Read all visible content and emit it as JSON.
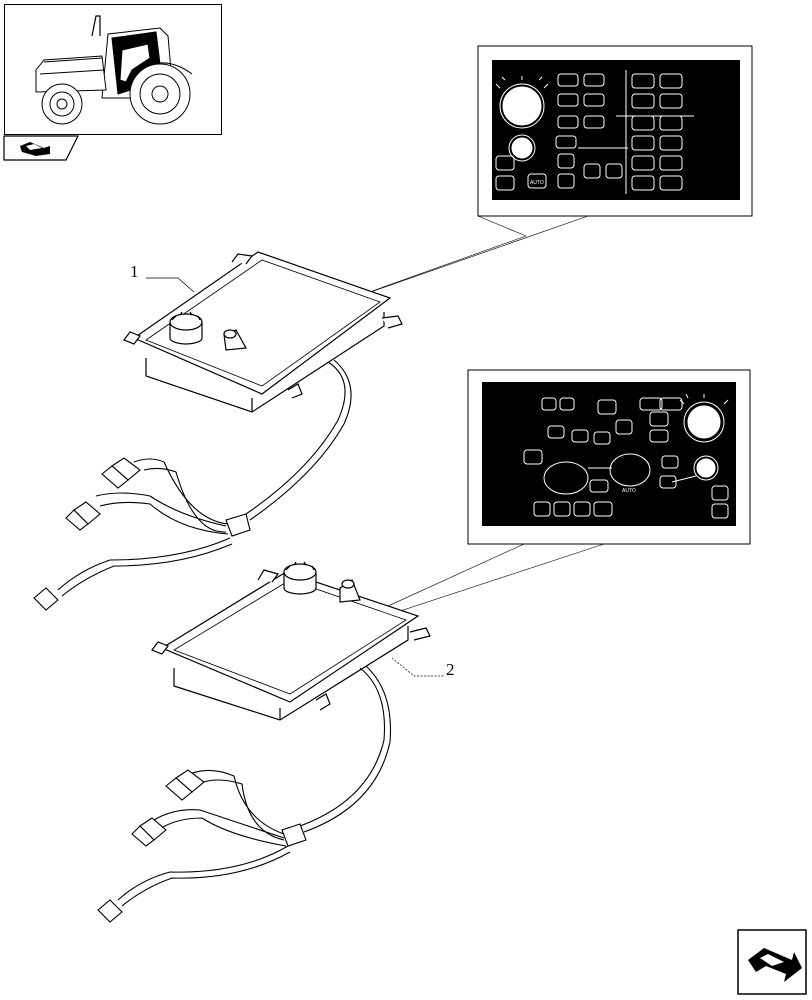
{
  "figure": {
    "callouts": [
      {
        "ref": "1"
      },
      {
        "ref": "2"
      }
    ],
    "icons": {
      "thumbnail": "tractor-cab-location-icon",
      "section_tab": "arrow-section-icon",
      "nav": "next-page-arrow-icon"
    },
    "panel_text": {
      "auto": "AUTO"
    },
    "colors": {
      "line": "#000000",
      "panel_bg": "#000000",
      "page_bg": "#ffffff"
    }
  }
}
